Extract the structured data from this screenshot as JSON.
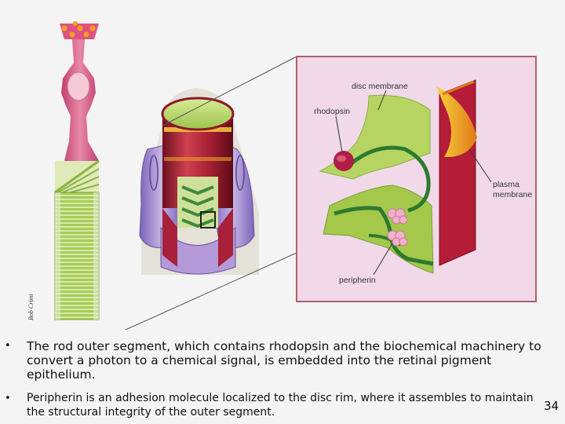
{
  "figure": {
    "labels": {
      "disc_membrane": "disc membrane",
      "rhodopsin": "rhodopsin",
      "plasma_line1": "plasma",
      "plasma_line2": "membrane",
      "peripherin": "peripherin"
    },
    "credit": "Bob Crimi"
  },
  "bullets": [
    "The rod outer segment, which contains rhodopsin and the biochemical machinery to convert a photon to a chemical signal, is embedded into the retinal pigment epithelium.",
    "Peripherin is an adhesion molecule localized to the disc rim, where it assembles to maintain the structural integrity of the outer segment."
  ],
  "page_number": "34",
  "colors": {
    "background": "#f4f4f4",
    "inset_background": "#f1d9ea",
    "inset_border": "#b0606c",
    "cell_pink": "#d9608a",
    "outer_segment_green": "#b8d66c",
    "disc_green": "#a8cc4c",
    "red_cylinder": "#b3243c",
    "orange_edge": "#f2b62a",
    "purple_rpe": "#9a80c8",
    "peripherin_pink": "#f2b0cc",
    "rhodopsin_red": "#b01e48"
  }
}
